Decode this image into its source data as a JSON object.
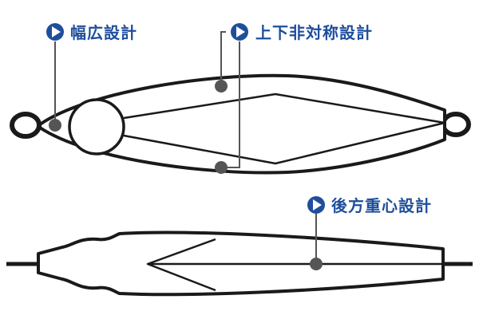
{
  "colors": {
    "accent": "#1f4e9c",
    "outline": "#1a1a1a",
    "leader": "#555555",
    "background": "#ffffff"
  },
  "icons": {
    "marker": "play-circle-icon"
  },
  "callouts": {
    "wide_width": "幅広設計",
    "asymmetric": "上下非対称設計",
    "center_gravity": "後方重心設計"
  }
}
